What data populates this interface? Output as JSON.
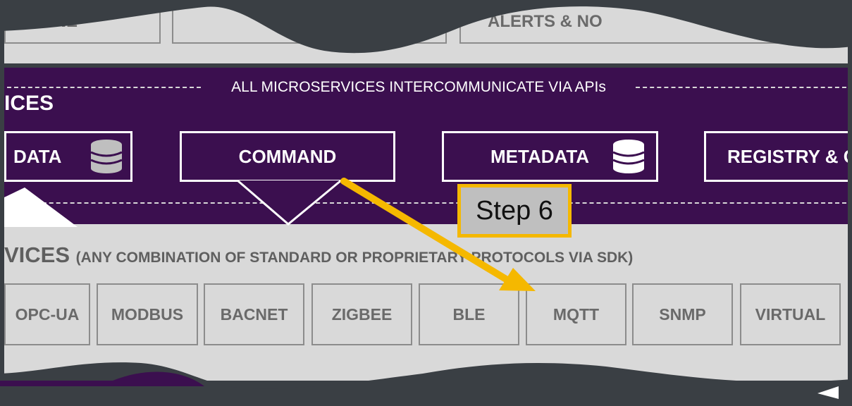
{
  "top_row": {
    "boxes": [
      "ENGINE",
      "",
      "ALERTS & NO"
    ]
  },
  "core": {
    "banner": "ALL MICROSERVICES INTERCOMMUNICATE VIA APIs",
    "title": "ICES",
    "services": [
      {
        "label": "DATA",
        "icon": "database-icon"
      },
      {
        "label": "COMMAND"
      },
      {
        "label": "METADATA",
        "icon": "database-icon"
      },
      {
        "label": "REGISTRY & C"
      }
    ]
  },
  "device": {
    "title": "VICES",
    "subtitle": "(ANY COMBINATION OF STANDARD OR PROPRIETARY PROTOCOLS VIA SDK)",
    "protocols": [
      "OPC-UA",
      "MODBUS",
      "BACNET",
      "ZIGBEE",
      "BLE",
      "MQTT",
      "SNMP",
      "VIRTUAL"
    ]
  },
  "annotation": {
    "step_label": "Step 6",
    "arrow_color": "#f5b800"
  },
  "colors": {
    "purple": "#3b0f4f",
    "gray": "#d9d9d9",
    "frame": "#3a3f44",
    "accent": "#f5b800"
  }
}
